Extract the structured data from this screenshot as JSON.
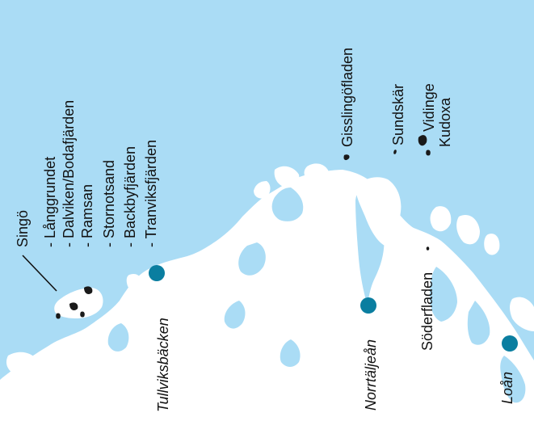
{
  "map": {
    "colors": {
      "sea": "#aadcf5",
      "land": "#ffffff",
      "island": "#1a1a1a",
      "site": "#0a7ea0"
    },
    "group_title": "Singö",
    "group_sites": [
      "- Långgrundet",
      "- Dalviken/Bodafjärden",
      "- Ramsan",
      "- Stornotsand",
      "- Backbyfjärden",
      "- Tranviksfjärden"
    ],
    "rivers": {
      "tullviksbacken": "Tullviksbäcken",
      "norrtaljean": "Norrtäljeån",
      "loan": "Loån"
    },
    "places": {
      "gisslingofladen": "Gisslingöfladen",
      "sundskar": "Sundskär",
      "vidinge": "Vidinge",
      "kudoxa": "Kudoxa",
      "soderfladen": "Söderfladen"
    }
  }
}
